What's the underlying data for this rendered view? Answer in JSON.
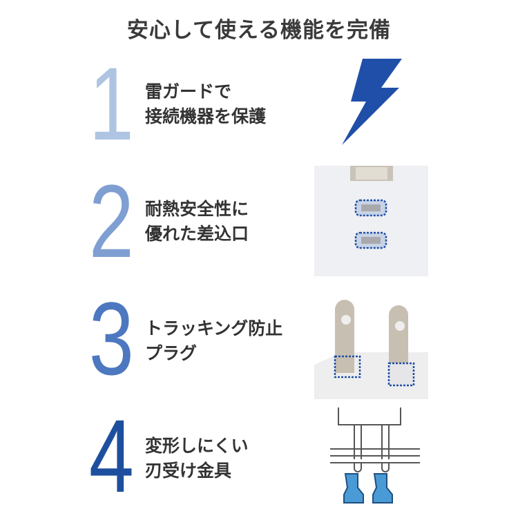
{
  "title": "安心して使える機能を完備",
  "features": [
    {
      "number": "1",
      "lines": [
        "雷ガードで",
        "接続機器を保護"
      ],
      "color": "#aec4e2"
    },
    {
      "number": "2",
      "lines": [
        "耐熱安全性に",
        "優れた差込口"
      ],
      "color": "#7f9fd2"
    },
    {
      "number": "3",
      "lines": [
        "トラッキング防止",
        "プラグ"
      ],
      "color": "#4d78bf"
    },
    {
      "number": "4",
      "lines": [
        "変形しにくい",
        "刃受け金具"
      ],
      "color": "#1e4f9f"
    }
  ],
  "accent": "#1f4fa8"
}
